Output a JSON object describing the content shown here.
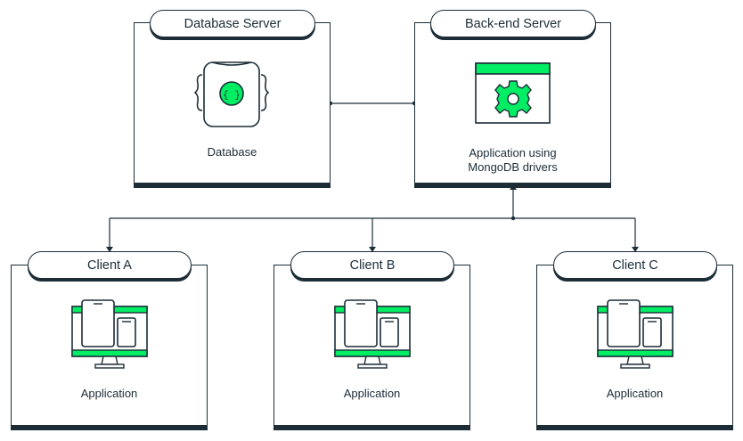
{
  "colors": {
    "accent": "#00ed64",
    "dark": "#1c2d38",
    "mid": "#00a35c"
  },
  "database_server": {
    "title": "Database Server",
    "caption": "Database",
    "icon": "database-document-icon"
  },
  "backend_server": {
    "title": "Back-end Server",
    "caption_line1": "Application using",
    "caption_line2": "MongoDB drivers",
    "icon": "application-gear-window-icon"
  },
  "clients": [
    {
      "title": "Client A",
      "caption": "Application",
      "icon": "desktop-devices-icon"
    },
    {
      "title": "Client B",
      "caption": "Application",
      "icon": "desktop-devices-icon"
    },
    {
      "title": "Client C",
      "caption": "Application",
      "icon": "desktop-devices-icon"
    }
  ]
}
